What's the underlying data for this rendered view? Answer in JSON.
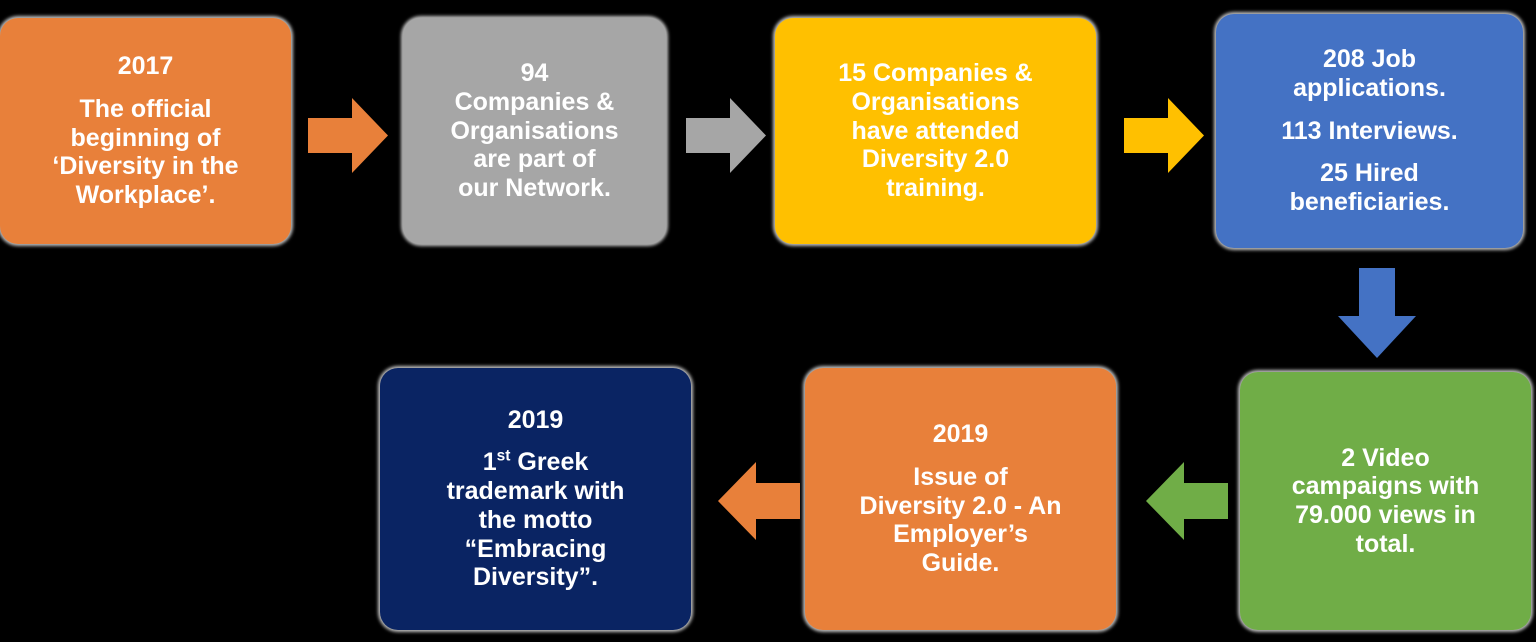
{
  "background_color": "#000000",
  "diagram": {
    "title": "Diversity in the Workplace milestones flowchart",
    "nodes": [
      {
        "id": "node-2017",
        "name": "milestone-2017",
        "color": "#E8803A",
        "heading": "2017",
        "lines": [
          "The official",
          "beginning of",
          "‘Diversity in the",
          "Workplace’."
        ]
      },
      {
        "id": "node-network",
        "name": "network-companies",
        "color": "#A6A6A6",
        "heading": "94",
        "lines": [
          "Companies &",
          "Organisations",
          "are part of",
          "our Network."
        ]
      },
      {
        "id": "node-training",
        "name": "training-attendance",
        "color": "#FFC000",
        "heading": "",
        "lines": [
          "15 Companies &",
          "Organisations",
          "have attended",
          "Diversity 2.0",
          "training."
        ]
      },
      {
        "id": "node-placements",
        "name": "job-placements",
        "color": "#4472C4",
        "heading": "",
        "lines": [
          "208 Job",
          "applications.",
          "113 Interviews.",
          "25 Hired",
          "beneficiaries."
        ]
      },
      {
        "id": "node-video",
        "name": "video-campaigns",
        "color": "#70AD47",
        "heading": "",
        "lines": [
          "2 Video",
          "campaigns with",
          "79.000 views in",
          "total."
        ]
      },
      {
        "id": "node-guide",
        "name": "employers-guide-2019",
        "color": "#E8803A",
        "heading": "2019",
        "lines": [
          "Issue of",
          "Diversity 2.0 - An",
          "Employer’s",
          "Guide."
        ]
      },
      {
        "id": "node-trademark",
        "name": "greek-trademark-2019",
        "color": "#0A2463",
        "heading": "2019",
        "lines": [
          "1st Greek",
          "trademark with",
          "the motto",
          "“Embracing",
          "Diversity”."
        ]
      }
    ],
    "arrows": [
      {
        "id": "arrow-1",
        "name": "arrow-2017-to-network",
        "direction": "right",
        "color": "#E8803A"
      },
      {
        "id": "arrow-2",
        "name": "arrow-network-to-training",
        "direction": "right",
        "color": "#A6A6A6"
      },
      {
        "id": "arrow-3",
        "name": "arrow-training-to-placements",
        "direction": "right",
        "color": "#FFC000"
      },
      {
        "id": "arrow-4",
        "name": "arrow-placements-to-video",
        "direction": "down",
        "color": "#4472C4"
      },
      {
        "id": "arrow-5",
        "name": "arrow-video-to-guide",
        "direction": "left",
        "color": "#70AD47"
      },
      {
        "id": "arrow-6",
        "name": "arrow-guide-to-trademark",
        "direction": "left",
        "color": "#E8803A"
      }
    ]
  },
  "text": {
    "n0": {
      "h": "2017",
      "l0": "The official",
      "l1": "beginning of",
      "l2": "‘Diversity in the",
      "l3": "Workplace’."
    },
    "n1": {
      "h": "94",
      "l0": "Companies &",
      "l1": "Organisations",
      "l2": "are part of",
      "l3": "our Network."
    },
    "n2": {
      "l0": "15 Companies &",
      "l1": "Organisations",
      "l2": "have attended",
      "l3": "Diversity 2.0",
      "l4": "training."
    },
    "n3": {
      "l0": "208 Job",
      "l1": "applications.",
      "l2": "113 Interviews.",
      "l3": "25 Hired",
      "l4": "beneficiaries."
    },
    "n4": {
      "l0": "2 Video",
      "l1": "campaigns with",
      "l2": "79.000 views in",
      "l3": "total."
    },
    "n5": {
      "h": "2019",
      "l0": "Issue of",
      "l1": "Diversity 2.0 - An",
      "l2": "Employer’s",
      "l3": "Guide."
    },
    "n6": {
      "h": "2019",
      "l0a": "1",
      "l0b": "st",
      "l0c": " Greek",
      "l1": "trademark with",
      "l2": "the motto",
      "l3": "“Embracing",
      "l4": "Diversity”."
    }
  }
}
